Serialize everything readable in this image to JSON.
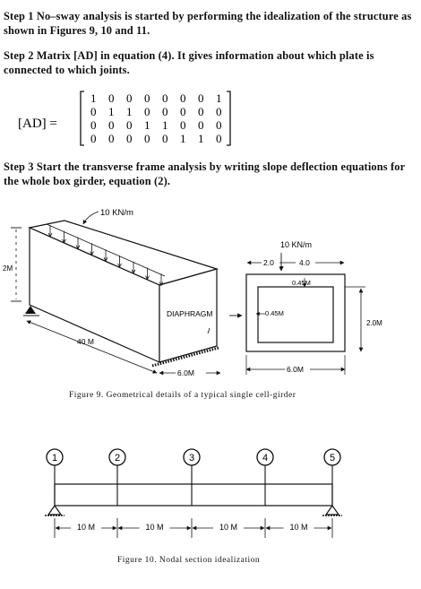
{
  "step1": "Step 1 No–sway analysis is started by performing the idealization of the structure as shown in Figures 9, 10 and 11.",
  "step2": "Step 2 Matrix [AD] in equation (4). It gives information about which plate is connected to which joints.",
  "matrix": {
    "label": "[AD] =",
    "rows": [
      [
        "1",
        "0",
        "0",
        "0",
        "0",
        "0",
        "0",
        "1"
      ],
      [
        "0",
        "1",
        "1",
        "0",
        "0",
        "0",
        "0",
        "0"
      ],
      [
        "0",
        "0",
        "0",
        "1",
        "1",
        "0",
        "0",
        "0"
      ],
      [
        "0",
        "0",
        "0",
        "0",
        "0",
        "1",
        "1",
        "0"
      ]
    ]
  },
  "step3": "Step 3 Start the transverse frame analysis by writing slope deflection equations for the whole box girder, equation (2).",
  "figure9": {
    "caption": "Figure 9.  Geometrical details of a typical single cell-girder",
    "load_label": "10 KN/m",
    "height_label": "2M",
    "length_label": "40 M",
    "width_label": "6.0M",
    "diaphragm_label": "DIAPHRAGM",
    "section": {
      "load_label": "10 KN/m",
      "left_offset": "2.0",
      "right_offset": "4.0",
      "top_thickness": "0.45M",
      "web_thickness": "0.45M",
      "height": "2.0M",
      "width": "6.0M"
    }
  },
  "figure10": {
    "caption": "Figure 10.  Nodal section idealization",
    "nodes": [
      "1",
      "2",
      "3",
      "4",
      "5"
    ],
    "spans": [
      "10 M",
      "10 M",
      "10 M",
      "10 M"
    ]
  }
}
